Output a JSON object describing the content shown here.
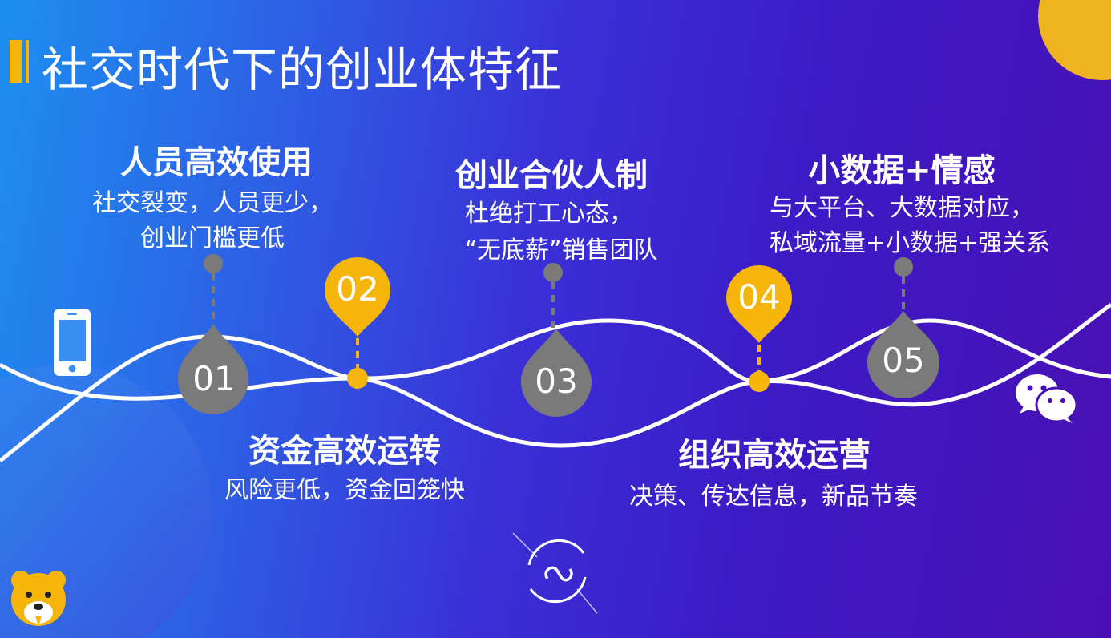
{
  "title": "社交时代下的创业体特征",
  "items": [
    {
      "num": "01",
      "heading": "人员高效使用",
      "lines": [
        "社交裂变，人员更少，",
        "创业门槛更低"
      ]
    },
    {
      "num": "02",
      "heading": "资金高效运转",
      "lines": [
        "风险更低，资金回笼快"
      ]
    },
    {
      "num": "03",
      "heading": "创业合伙人制",
      "lines": [
        "杜绝打工心态，",
        "“无底薪”销售团队"
      ]
    },
    {
      "num": "04",
      "heading": "组织高效运营",
      "lines": [
        "决策、传达信息，新品节奏"
      ]
    },
    {
      "num": "05",
      "heading": "小数据+情感",
      "lines": [
        "与大平台、大数据对应，",
        "私域流量+小数据+强关系"
      ]
    }
  ],
  "colors": {
    "accent": "#f5b50a",
    "grey_marker": "#7a7a7a",
    "text": "#ffffff"
  },
  "icons": [
    "phone-icon",
    "wechat-icon",
    "mini-program-icon",
    "bear-logo-icon"
  ]
}
